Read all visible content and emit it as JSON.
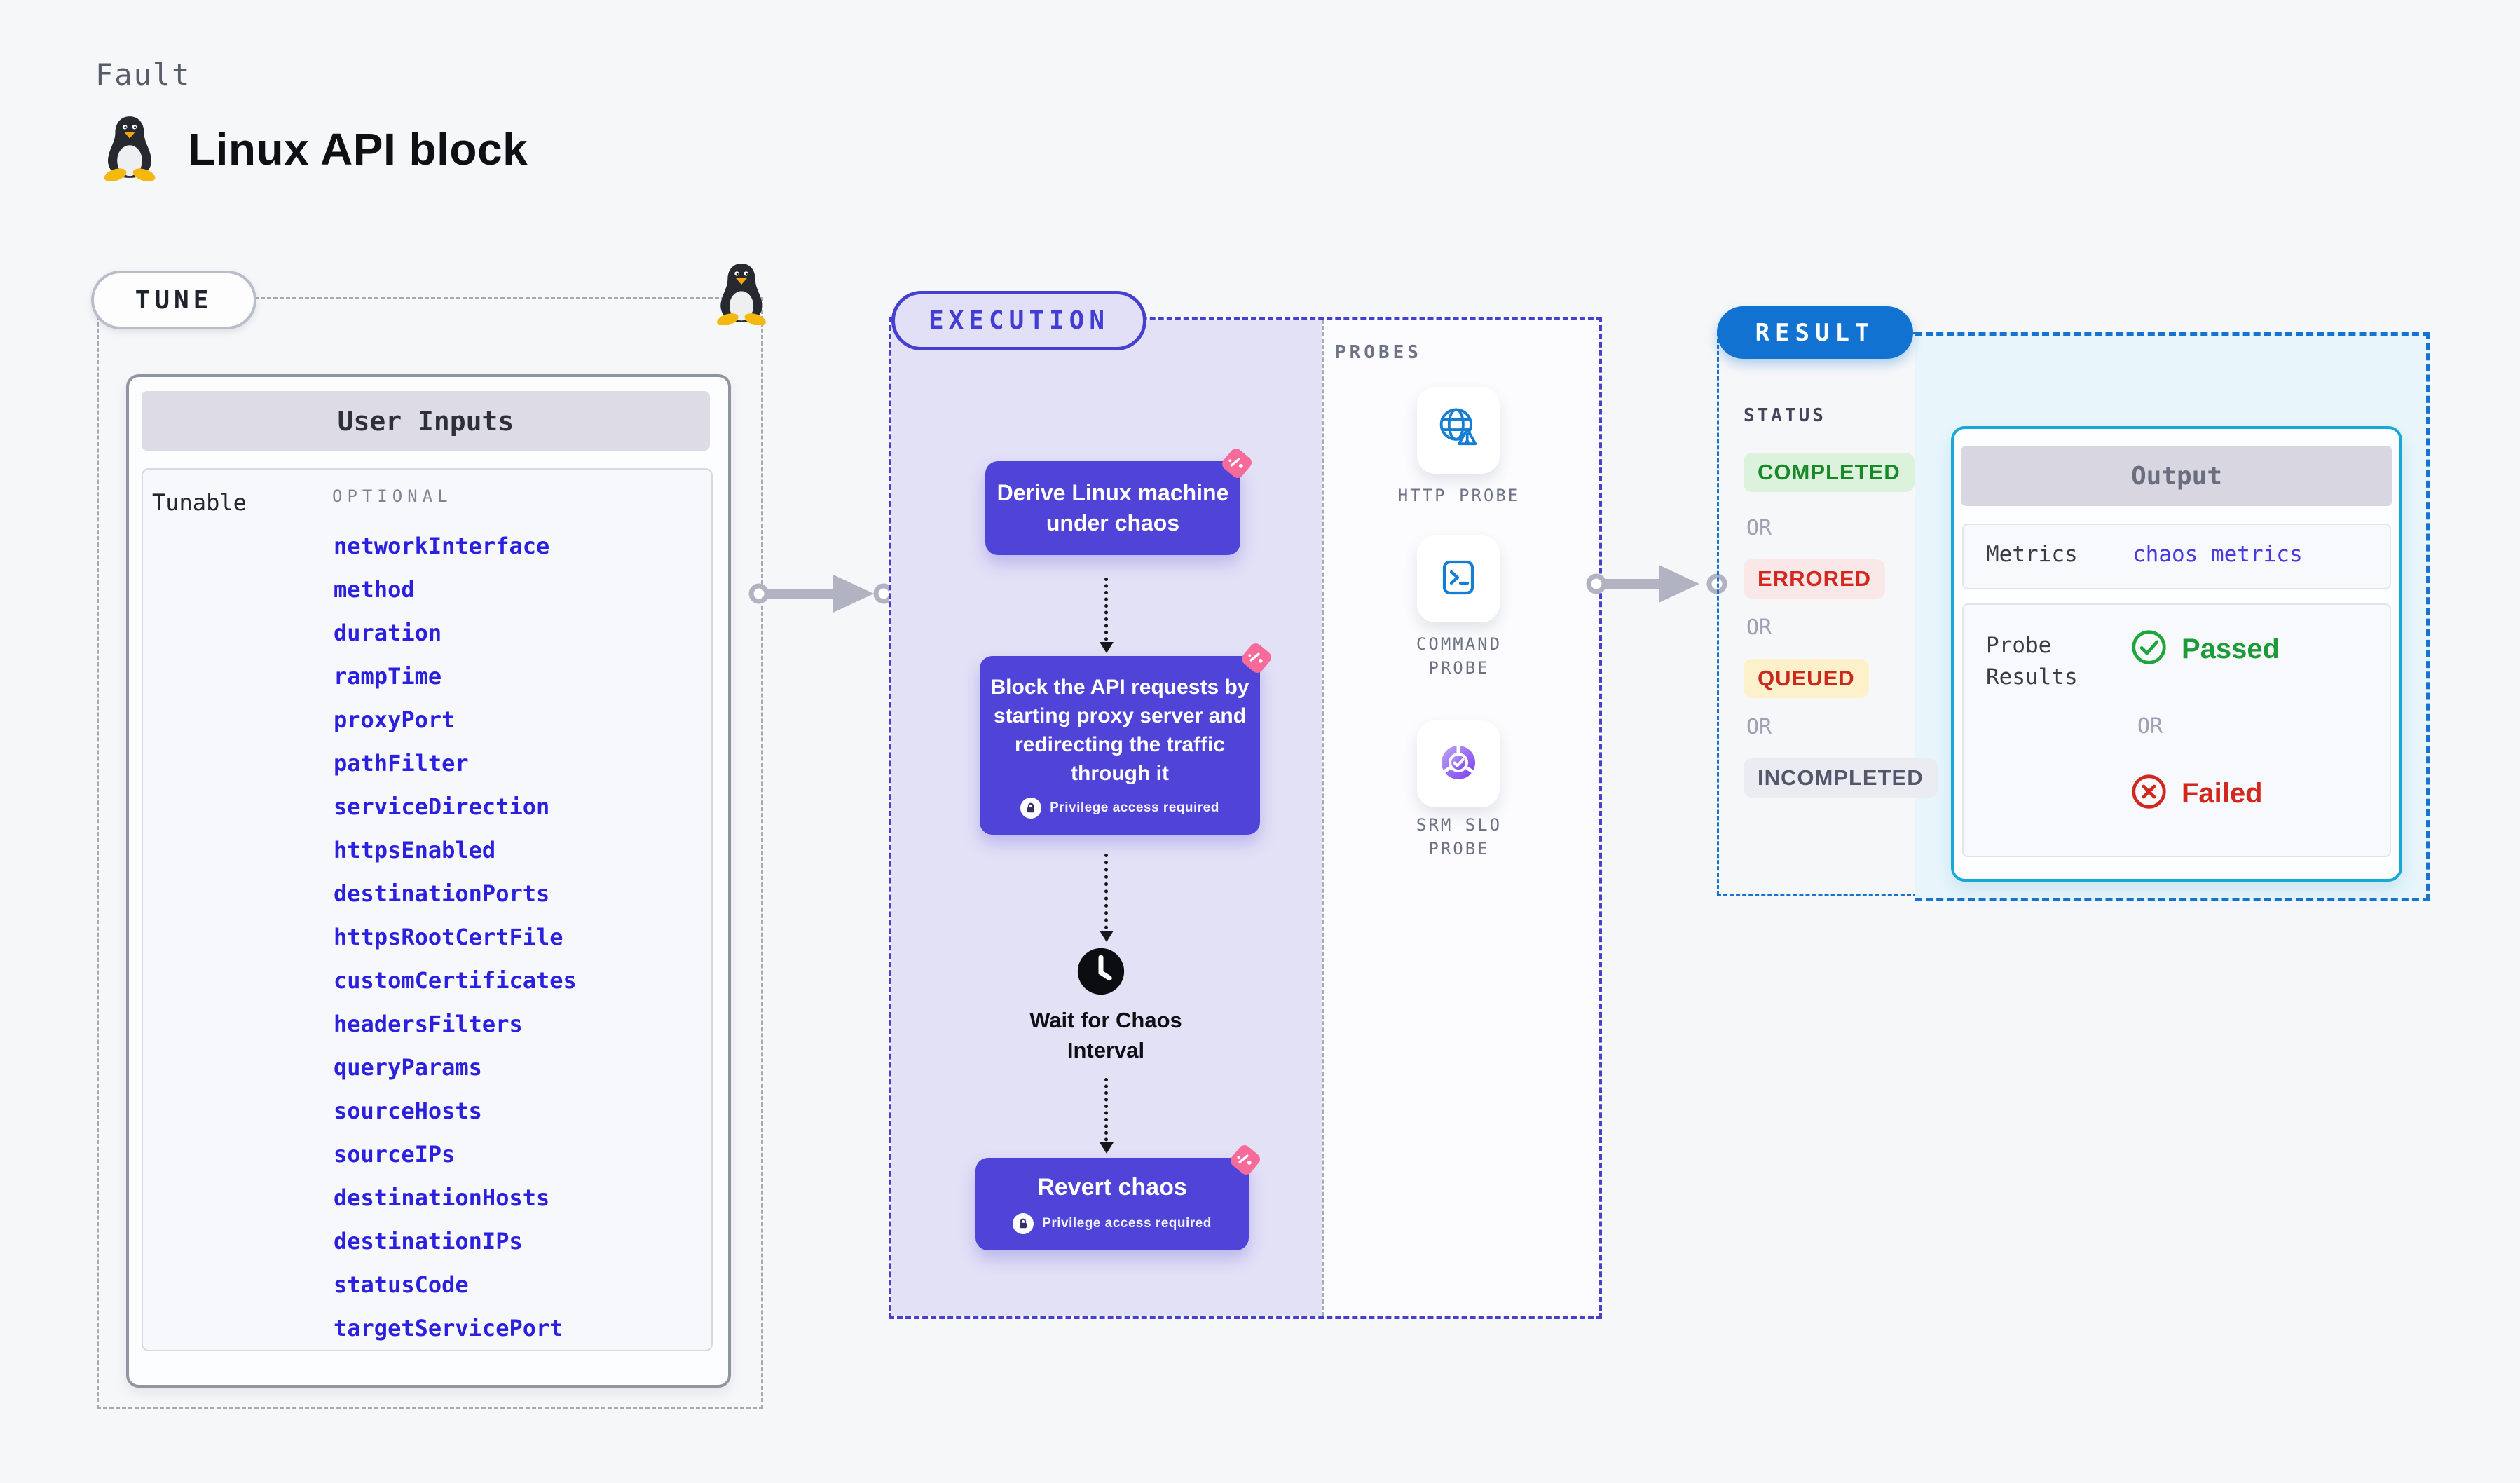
{
  "header": {
    "kicker": "Fault",
    "title": "Linux API block"
  },
  "tune": {
    "label": "TUNE",
    "card": {
      "title": "User Inputs",
      "row_label": "Tunable",
      "row_tag": "OPTIONAL",
      "params": [
        "networkInterface",
        "method",
        "duration",
        "rampTime",
        "proxyPort",
        "pathFilter",
        "serviceDirection",
        "httpsEnabled",
        "destinationPorts",
        "httpsRootCertFile",
        "customCertificates",
        "headersFilters",
        "queryParams",
        "sourceHosts",
        "sourceIPs",
        "destinationHosts",
        "destinationIPs",
        "statusCode",
        "targetServicePort"
      ]
    }
  },
  "execution": {
    "label": "EXECUTION",
    "steps": {
      "derive": "Derive Linux machine under chaos",
      "block": "Block the API requests by starting proxy server and redirecting the traffic through it",
      "wait": "Wait for Chaos Interval",
      "revert": "Revert chaos"
    },
    "privilege_label": "Privilege access required",
    "probes": {
      "label": "PROBES",
      "http": "HTTP PROBE",
      "command": "COMMAND PROBE",
      "srm": "SRM SLO PROBE"
    }
  },
  "result": {
    "label": "RESULT",
    "status": {
      "label": "STATUS",
      "or": "OR",
      "completed": "COMPLETED",
      "errored": "ERRORED",
      "queued": "QUEUED",
      "incompleted": "INCOMPLETED"
    },
    "output": {
      "title": "Output",
      "metrics_label": "Metrics",
      "metrics_value": "chaos metrics",
      "probe_results_label": "Probe Results",
      "passed": "Passed",
      "or": "OR",
      "failed": "Failed"
    }
  },
  "icons": {
    "tux-penguin-icon": "linux penguin mascot",
    "chaos-logo-icon": "pink chaos diamond",
    "lock-icon": "privilege lock",
    "clock-icon": "wait clock",
    "globe-alert-icon": "globe with warning triangle",
    "terminal-icon": "command prompt",
    "slo-pie-icon": "purple pie with check",
    "check-circle-icon": "green check circle",
    "x-circle-icon": "red x circle"
  },
  "colors": {
    "node_purple": "#5044d8",
    "execution_indigo": "#4640cf",
    "result_blue": "#1272d2",
    "output_cyan": "#18a8d8",
    "param_blue": "#2c20df",
    "passed_green": "#1d9b38",
    "failed_red": "#d2271d",
    "queued_bg": "#fdf1cb",
    "chaos_pink": "#f76b9a"
  }
}
